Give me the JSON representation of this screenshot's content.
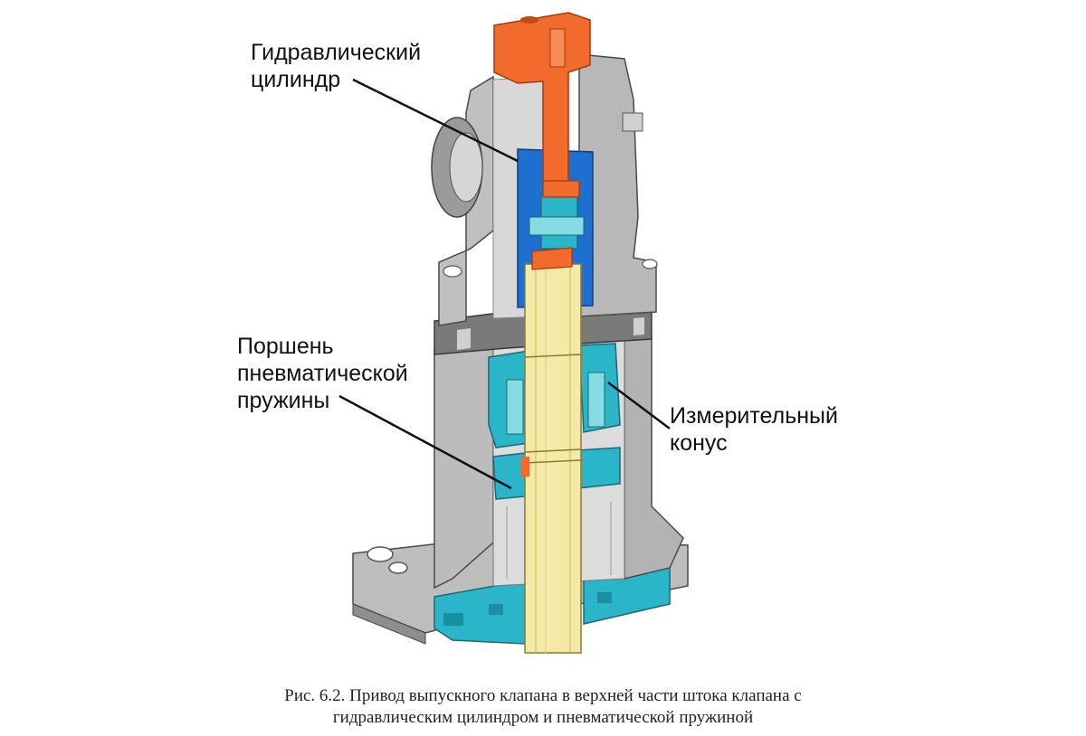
{
  "labels": {
    "hydraulic_cylinder": [
      "Гидравлический",
      "цилиндр"
    ],
    "spring_piston": [
      "Поршень",
      "пневматической",
      "пружины"
    ],
    "measuring_cone": [
      "Измерительный",
      "конус"
    ]
  },
  "caption": [
    "Рис. 6.2. Привод выпускного клапана в верхней части штока клапана с",
    "гидравлическим цилиндром и пневматической пружиной"
  ],
  "colors": {
    "housing": "#b9b9b9",
    "housing_dark": "#7a7a7a",
    "actuator_red": "#f26a2c",
    "hydraulic_blue": "#1f6fd1",
    "spring_cyan": "#2ab6c8",
    "valve_spindle": "#f4e9a6"
  }
}
